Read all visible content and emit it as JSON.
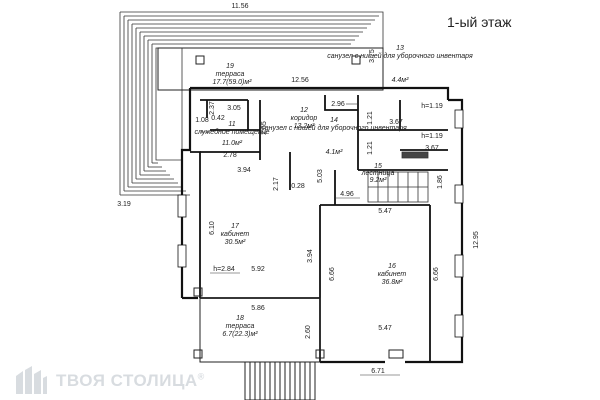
{
  "floor_title": "1-ый этаж",
  "watermark": {
    "text": "ТВОЯ СТОЛИЦА",
    "mark": "®"
  },
  "rooms": {
    "terrace_top": {
      "num": "19",
      "name": "терраса",
      "area": "17.7(59.0)м²"
    },
    "corridor": {
      "num": "12",
      "name": "коридор",
      "area": "13.2м²"
    },
    "service": {
      "num": "11",
      "name": "служебное помещение",
      "area": "11.0м²"
    },
    "bath_top": {
      "num": "13",
      "name": "санузел с нишей для уборочного инвентаря",
      "area": "4.4м²"
    },
    "bath_mid": {
      "num": "14",
      "name": "санузел с нишей для уборочного инвентаря",
      "area": "4.1м²"
    },
    "stairs": {
      "num": "15",
      "name": "лестница",
      "area": "9.2м²"
    },
    "office_left": {
      "num": "17",
      "name": "кабинет",
      "area": "30.5м²"
    },
    "office_right": {
      "num": "16",
      "name": "кабинет",
      "area": "36.8м²"
    },
    "terrace_bottom": {
      "num": "18",
      "name": "терраса",
      "area": "6.7(22.3)м²"
    }
  },
  "dimensions": {
    "top_width": "11.56",
    "terrace_span": "12.56",
    "left_depth": "3.19",
    "d375": "3.75",
    "d305": "3.05",
    "d296": "2.96",
    "d108": "1.08",
    "d042": "0.42",
    "d237": "2.37",
    "d265": "2.65",
    "d278": "2.78",
    "d121a": "1.21",
    "d121b": "1.21",
    "h119a": "h=1.19",
    "h119b": "h=1.19",
    "d367a": "3.67",
    "d367b": "3.67",
    "d394a": "3.94",
    "d217": "2.17",
    "d028": "0.28",
    "d503": "5.03",
    "d496": "4.96",
    "d186": "1.86",
    "d547a": "5.47",
    "d610": "6.10",
    "d394b": "3.94",
    "h284": "h=2.84",
    "d592": "5.92",
    "d666a": "6.66",
    "d666b": "6.66",
    "d1295": "12.95",
    "d586": "5.86",
    "d260": "2.60",
    "d547b": "5.47",
    "d671": "6.71"
  }
}
